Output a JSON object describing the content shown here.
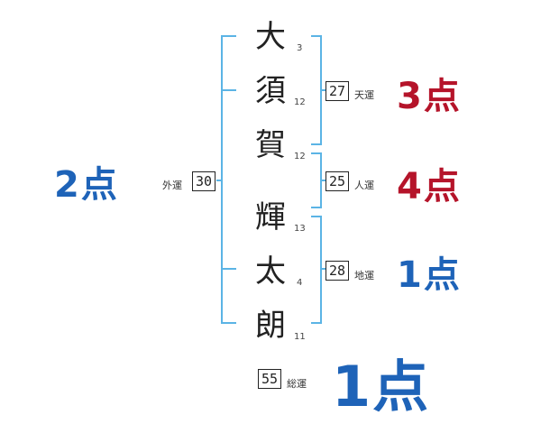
{
  "name_chars": [
    {
      "char": "大",
      "strokes": "3"
    },
    {
      "char": "須",
      "strokes": "12"
    },
    {
      "char": "賀",
      "strokes": "12"
    },
    {
      "char": "輝",
      "strokes": "13"
    },
    {
      "char": "太",
      "strokes": "4"
    },
    {
      "char": "朗",
      "strokes": "11"
    }
  ],
  "fortunes": {
    "gaiun": {
      "label": "外運",
      "value": "30",
      "score": "2点"
    },
    "tenun": {
      "label": "天運",
      "value": "27",
      "score": "3点"
    },
    "jinun": {
      "label": "人運",
      "value": "25",
      "score": "4点"
    },
    "chiun": {
      "label": "地運",
      "value": "28",
      "score": "1点"
    },
    "souun": {
      "label": "総運",
      "value": "55",
      "score": "1点"
    }
  },
  "colors": {
    "line": "#5bb4e5",
    "good": "#b5142a",
    "bad": "#1e63b8"
  }
}
